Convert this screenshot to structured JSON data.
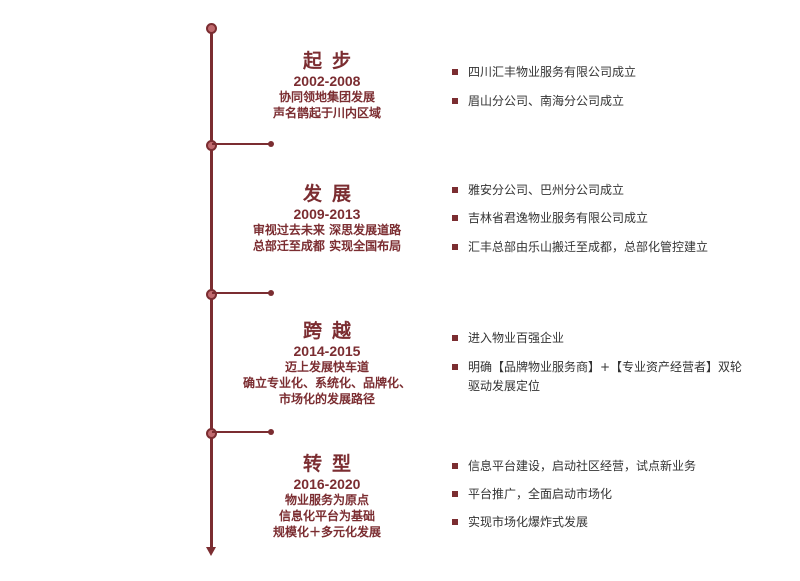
{
  "colors": {
    "accent": "#7b2d31"
  },
  "stages": [
    {
      "title": "起步",
      "years": "2002-2008",
      "lines": [
        "协同领地集团发展",
        "声名鹊起于川内区域"
      ],
      "events": [
        "四川汇丰物业服务有限公司成立",
        "眉山分公司、南海分公司成立"
      ]
    },
    {
      "title": "发展",
      "years": "2009-2013",
      "lines": [
        "审视过去未来 深思发展道路",
        "总部迁至成都 实现全国布局"
      ],
      "events": [
        "雅安分公司、巴州分公司成立",
        "吉林省君逸物业服务有限公司成立",
        "汇丰总部由乐山搬迁至成都，总部化管控建立"
      ]
    },
    {
      "title": "跨越",
      "years": "2014-2015",
      "lines": [
        "迈上发展快车道",
        "确立专业化、系统化、品牌化、",
        "市场化的发展路径"
      ],
      "events": [
        "进入物业百强企业",
        "明确【品牌物业服务商】+【专业资产经营者】双轮驱动发展定位"
      ]
    },
    {
      "title": "转型",
      "years": "2016-2020",
      "lines": [
        "物业服务为原点",
        "信息化平台为基础",
        "规模化＋多元化发展"
      ],
      "events": [
        "信息平台建设，启动社区经营，试点新业务",
        "平台推广，全面启动市场化",
        "实现市场化爆炸式发展"
      ]
    }
  ]
}
